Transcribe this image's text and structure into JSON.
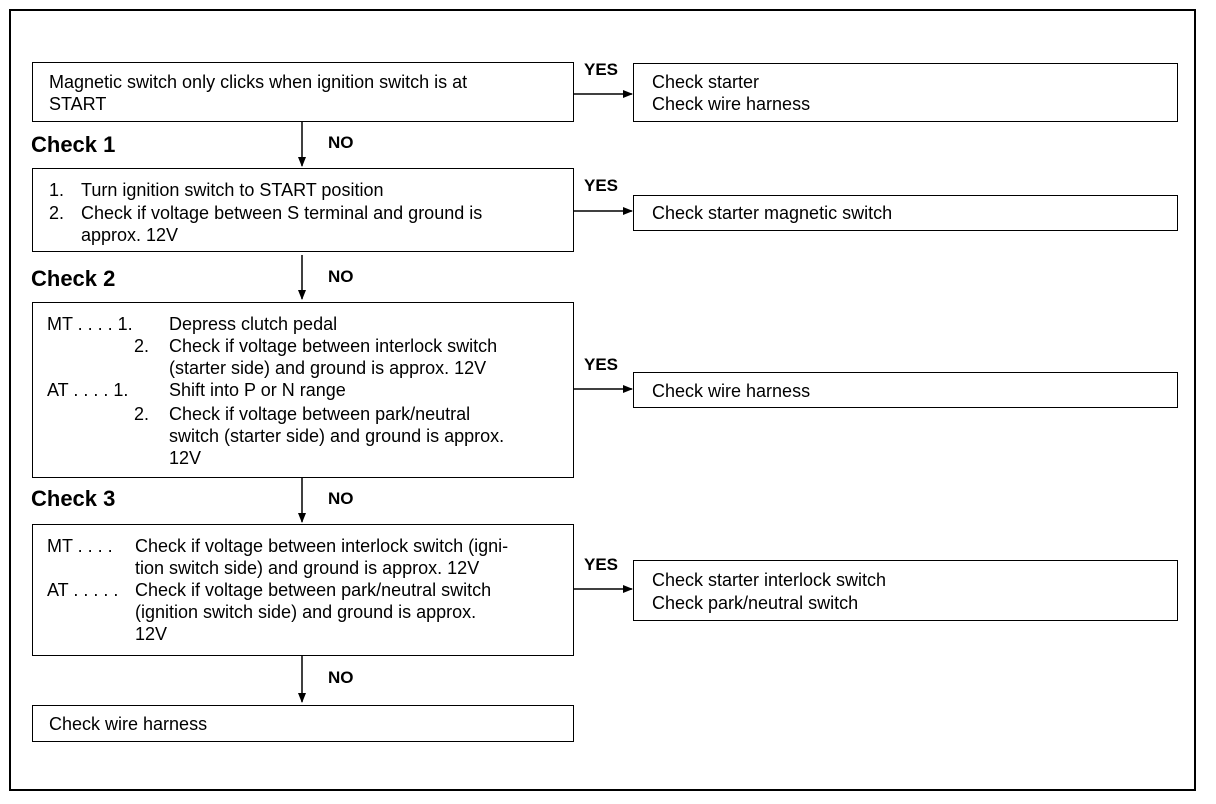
{
  "step0": {
    "question": [
      "Magnetic switch only clicks when ignition switch is at",
      "START"
    ],
    "yes_label": "YES",
    "yes_result": [
      "Check starter",
      "Check wire harness"
    ],
    "no_label": "NO"
  },
  "check1": {
    "title": "Check 1",
    "steps": [
      {
        "num": "1.",
        "lines": [
          "Turn ignition switch to START position"
        ]
      },
      {
        "num": "2.",
        "lines": [
          "Check if voltage between S terminal and ground is",
          "approx. 12V"
        ]
      }
    ],
    "yes_label": "YES",
    "yes_result": [
      "Check starter magnetic switch"
    ],
    "no_label": "NO"
  },
  "check2": {
    "title": "Check 2",
    "mt_prefix": "MT . . . . 1.",
    "mt_step1": "Depress clutch pedal",
    "mt_step2_num": "2.",
    "mt_step2": [
      "Check if voltage between interlock switch",
      "(starter side) and ground is approx. 12V"
    ],
    "at_prefix": "AT  . . . . 1.",
    "at_step1": "Shift into P or N range",
    "at_step2_num": "2.",
    "at_step2": [
      "Check if voltage between park/neutral",
      "switch (starter side) and ground is approx.",
      "12V"
    ],
    "yes_label": "YES",
    "yes_result": [
      "Check wire harness"
    ],
    "no_label": "NO"
  },
  "check3": {
    "title": "Check 3",
    "mt_prefix": "MT  . . . .",
    "mt_lines": [
      "Check if voltage between interlock switch (igni-",
      "tion switch side) and ground is approx. 12V"
    ],
    "at_prefix": "AT . . . . .",
    "at_lines": [
      "Check if voltage between park/neutral switch",
      "(ignition switch side) and ground is approx.",
      "12V"
    ],
    "yes_label": "YES",
    "yes_result": [
      "Check starter interlock switch",
      "Check park/neutral switch"
    ],
    "no_label": "NO"
  },
  "final": {
    "result": "Check wire harness"
  }
}
